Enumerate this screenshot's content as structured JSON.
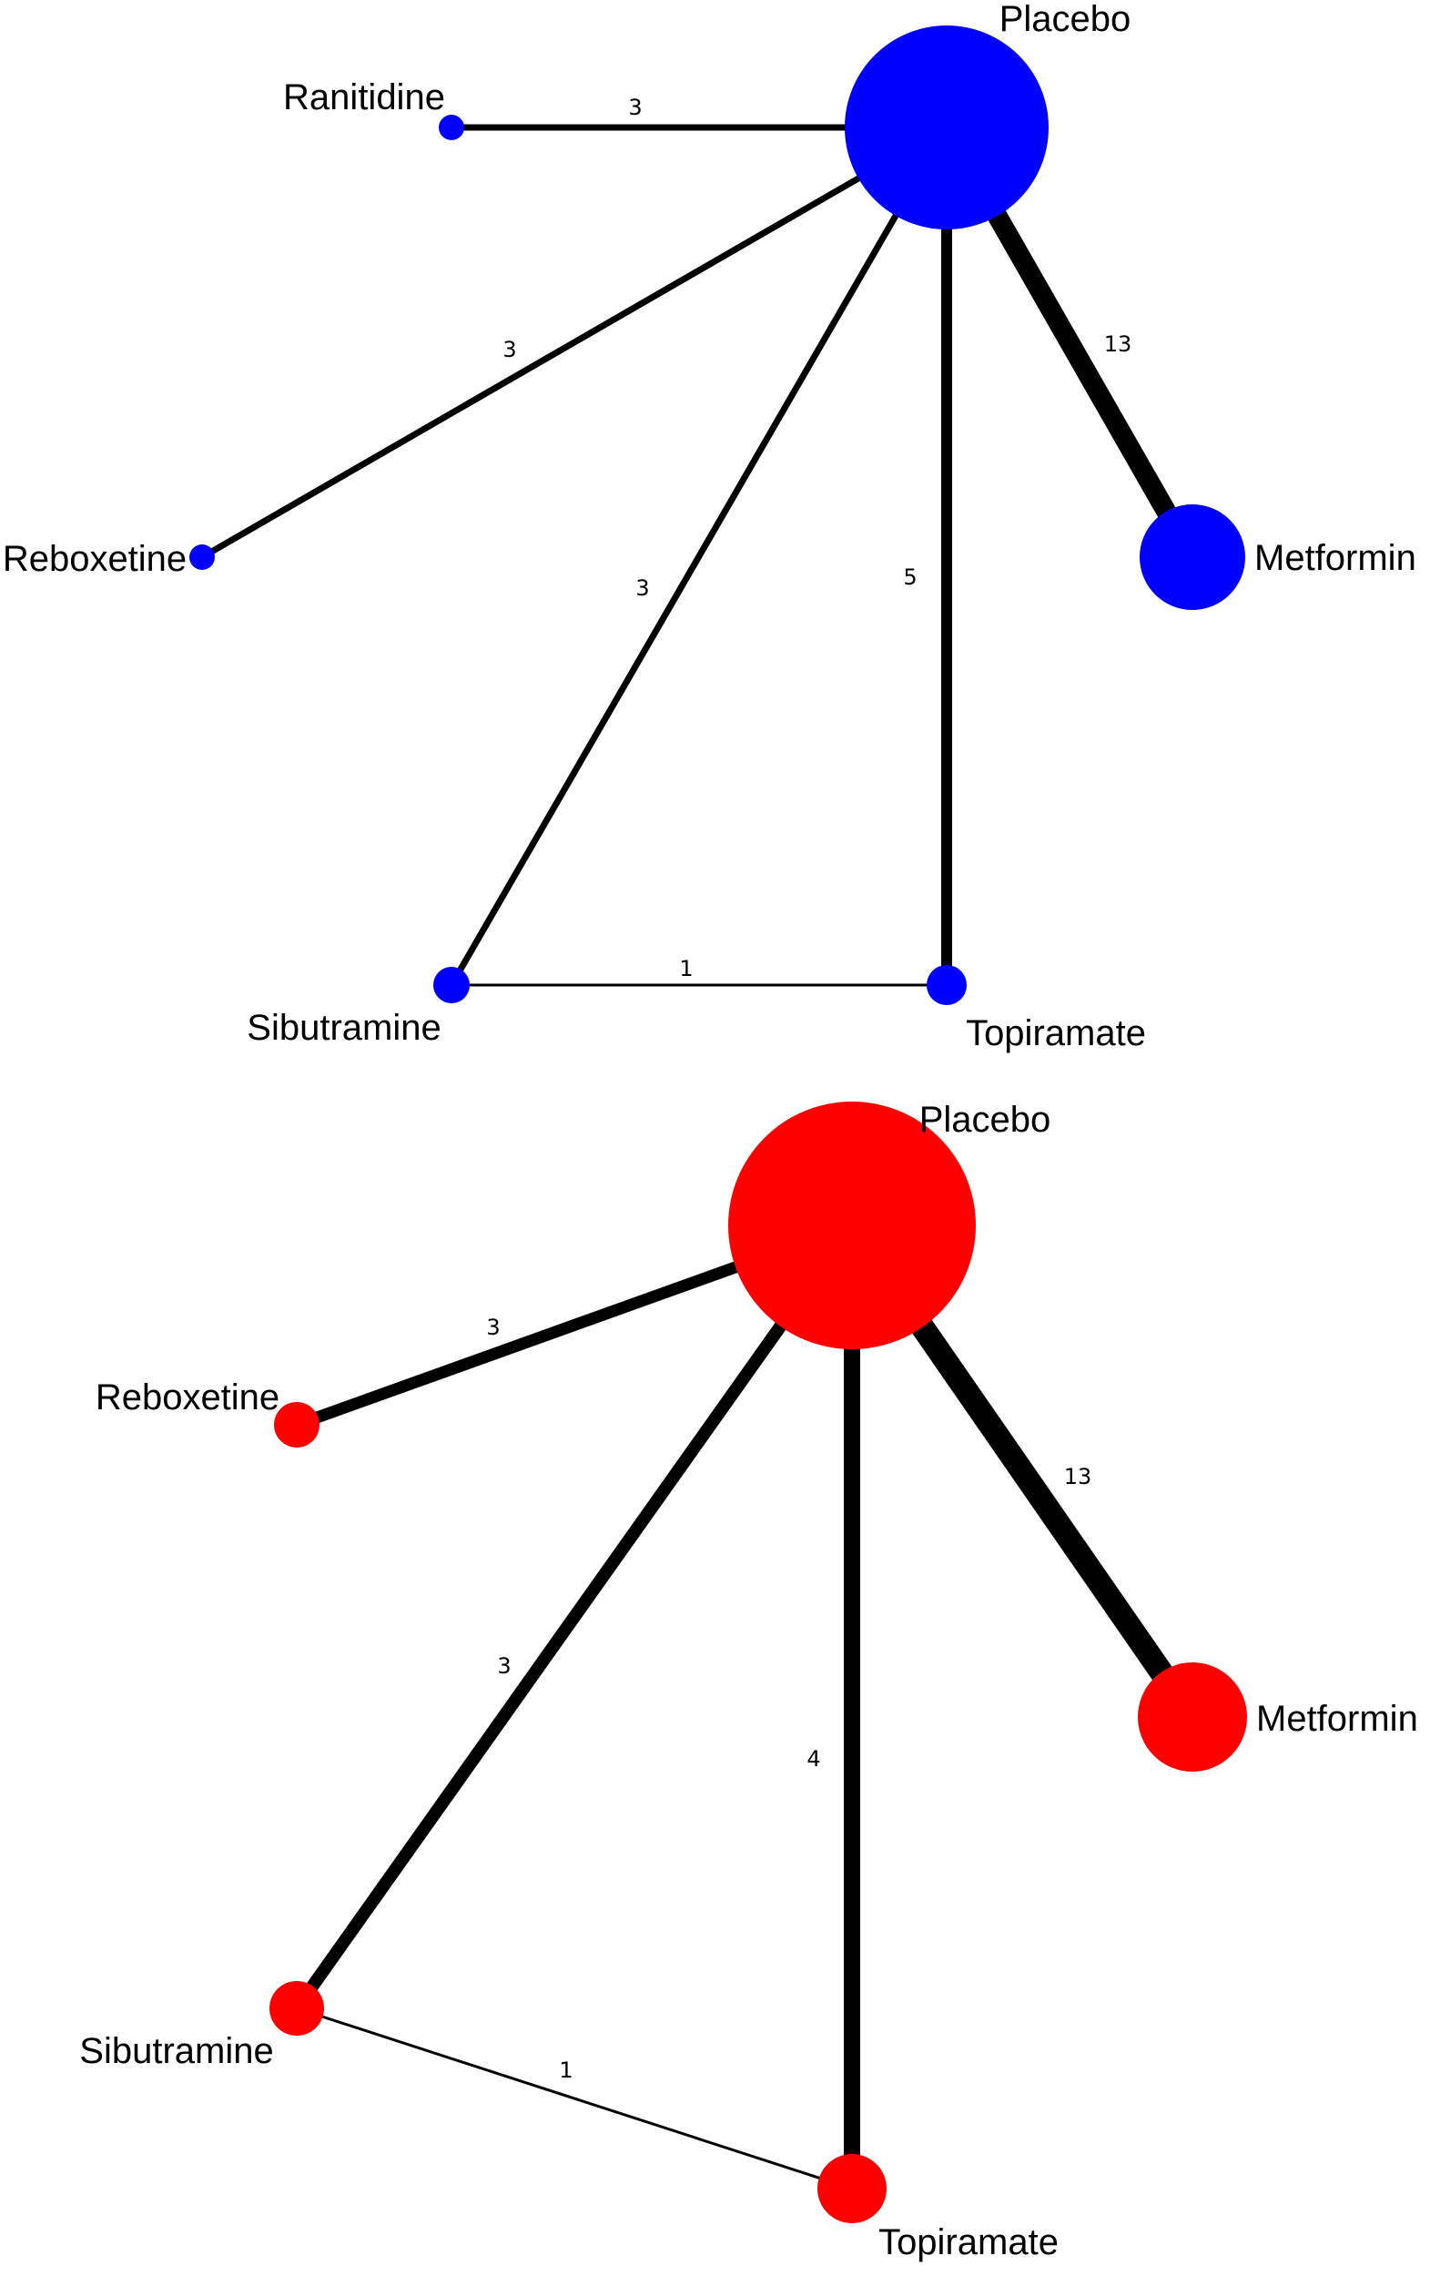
{
  "networks": [
    {
      "color": "#0000ff",
      "nodes": [
        {
          "id": "placebo",
          "label": "Placebo"
        },
        {
          "id": "ranitidine",
          "label": "Ranitidine"
        },
        {
          "id": "reboxetine",
          "label": "Reboxetine"
        },
        {
          "id": "metformin",
          "label": "Metformin"
        },
        {
          "id": "sibutramine",
          "label": "Sibutramine"
        },
        {
          "id": "topiramate",
          "label": "Topiramate"
        }
      ],
      "edges": [
        {
          "from": "placebo",
          "to": "ranitidine",
          "label": "3"
        },
        {
          "from": "placebo",
          "to": "reboxetine",
          "label": "3"
        },
        {
          "from": "placebo",
          "to": "sibutramine",
          "label": "3"
        },
        {
          "from": "placebo",
          "to": "topiramate",
          "label": "5"
        },
        {
          "from": "placebo",
          "to": "metformin",
          "label": "13"
        },
        {
          "from": "sibutramine",
          "to": "topiramate",
          "label": "1"
        }
      ]
    },
    {
      "color": "#ff0000",
      "nodes": [
        {
          "id": "placebo",
          "label": "Placebo"
        },
        {
          "id": "reboxetine",
          "label": "Reboxetine"
        },
        {
          "id": "metformin",
          "label": "Metformin"
        },
        {
          "id": "sibutramine",
          "label": "Sibutramine"
        },
        {
          "id": "topiramate",
          "label": "Topiramate"
        }
      ],
      "edges": [
        {
          "from": "placebo",
          "to": "reboxetine",
          "label": "3"
        },
        {
          "from": "placebo",
          "to": "sibutramine",
          "label": "3"
        },
        {
          "from": "placebo",
          "to": "topiramate",
          "label": "4"
        },
        {
          "from": "placebo",
          "to": "metformin",
          "label": "13"
        },
        {
          "from": "sibutramine",
          "to": "topiramate",
          "label": "1"
        }
      ]
    }
  ]
}
